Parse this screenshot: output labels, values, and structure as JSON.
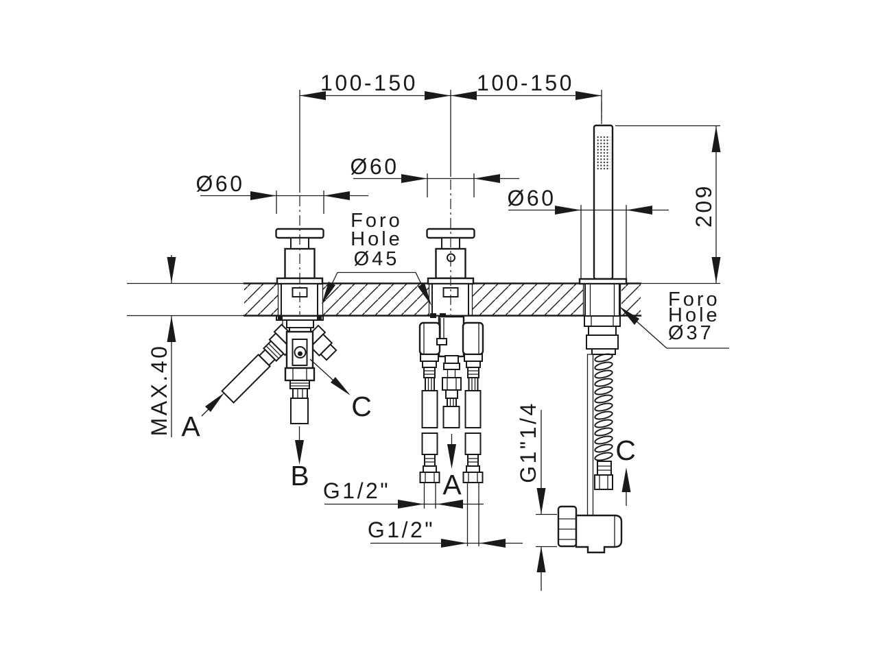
{
  "drawing": {
    "background": "#ffffff",
    "line_color": "#1a1a1a",
    "dims": {
      "pitch_left": "100-150",
      "pitch_right": "100-150",
      "dia_left": "Ø60",
      "dia_center": "Ø60",
      "dia_shower": "Ø60",
      "shower_height": "209",
      "deck_thickness": "MAX.40",
      "thread_g12_first": "G1/2\"",
      "thread_g12_second": "G1/2\"",
      "thread_g114": "G1\"1/4"
    },
    "notes": {
      "hole45": [
        "Foro",
        "Hole",
        "Ø45"
      ],
      "hole37": [
        "Foro",
        "Hole",
        "Ø37"
      ]
    },
    "labels": {
      "inlet_left": "A",
      "outlet_bottom": "B",
      "connection_left": "C",
      "inlet_center": "A",
      "connection_shower": "C"
    }
  }
}
